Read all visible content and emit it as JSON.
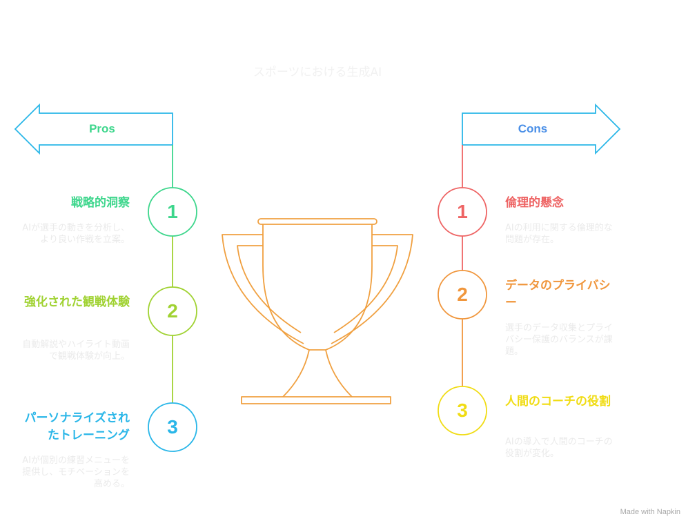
{
  "title": "スポーツにおける生成AI",
  "colors": {
    "pros": "#3dd68c",
    "cons": "#4a8fe7",
    "arrow_stroke": "#29b6e8",
    "trophy": "#f0a040",
    "green": "#3dd68c",
    "lime": "#a0d232",
    "cyan": "#29b6e8",
    "red": "#ee6464",
    "orange": "#f0963c",
    "yellow": "#f0dc14"
  },
  "pros": {
    "label": "Pros",
    "items": [
      {
        "num": "1",
        "heading": "戦略的洞察",
        "desc": "AIが選手の動きを分析し、より良い作戦を立案。",
        "color": "#3dd68c"
      },
      {
        "num": "2",
        "heading": "強化された観戦体験",
        "desc": "自動解説やハイライト動画で観戦体験が向上。",
        "color": "#a0d232"
      },
      {
        "num": "3",
        "heading": "パーソナライズされたトレーニング",
        "desc": "AIが個別の練習メニューを提供し、モチベーションを高める。",
        "color": "#29b6e8"
      }
    ]
  },
  "cons": {
    "label": "Cons",
    "items": [
      {
        "num": "1",
        "heading": "倫理的懸念",
        "desc": "AIの利用に関する倫理的な問題が存在。",
        "color": "#ee6464"
      },
      {
        "num": "2",
        "heading": "データのプライバシー",
        "desc": "選手のデータ収集とプライバシー保護のバランスが課題。",
        "color": "#f0963c"
      },
      {
        "num": "3",
        "heading": "人間のコーチの役割",
        "desc": "AIの導入で人間のコーチの役割が変化。",
        "color": "#f0dc14"
      }
    ]
  },
  "footer": "Made with Napkin",
  "icons": [
    "trophy-icon",
    "napkin-logo-icon"
  ]
}
